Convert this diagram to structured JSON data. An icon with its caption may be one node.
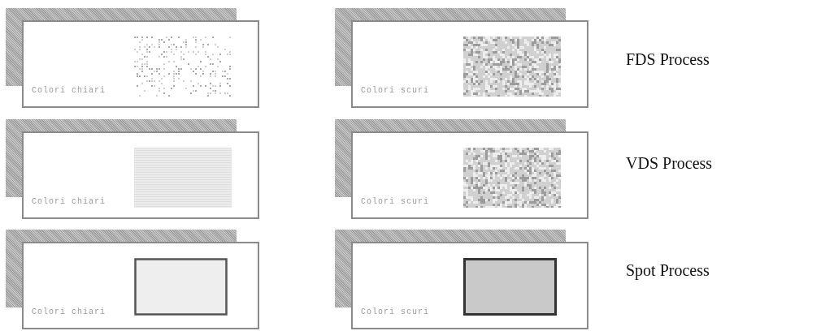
{
  "diagram": {
    "nodes": [
      {
        "text": [
          "Colori chiari"
        ]
      },
      {
        "text": [
          "Colori scuri"
        ]
      },
      {
        "text": [
          "Colori chiari"
        ]
      },
      {
        "text": [
          "Colori scuri"
        ]
      },
      {
        "text": [
          "Colori chiari"
        ]
      },
      {
        "text": [
          "Colori scuri"
        ]
      }
    ],
    "labels": [
      "FDS Process",
      "VDS Process",
      "Spot Process"
    ]
  }
}
